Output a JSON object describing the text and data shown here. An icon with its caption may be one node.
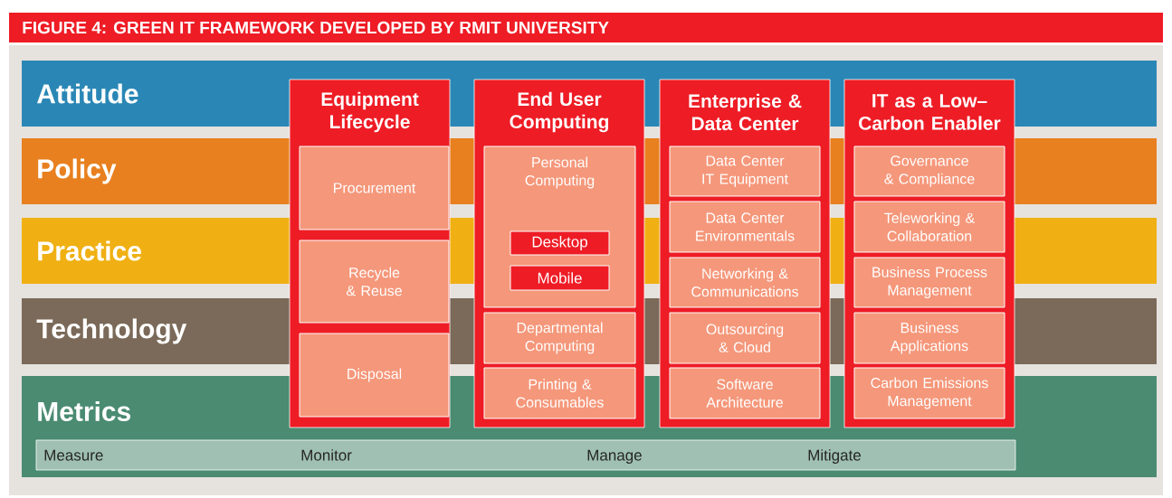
{
  "diagram": {
    "title": "FIGURE 4: GREEN IT FRAMEWORK DEVELOPED BY RMIT UNIVERSITY",
    "nodes": [
      {
        "text": [
          "Attitude"
        ]
      },
      {
        "text": [
          "Policy"
        ]
      },
      {
        "text": [
          "Practice"
        ]
      },
      {
        "text": [
          "Technology"
        ]
      },
      {
        "text": [
          "Metrics"
        ]
      },
      {
        "text": [
          "Measure",
          "Monitor",
          "Manage",
          "Mitigate"
        ],
        "in": 4
      },
      {
        "text": [
          "Equipment Lifecycle"
        ]
      },
      {
        "text": [
          "Procurement"
        ],
        "in": 6
      },
      {
        "text": [
          "Recycle & Reuse"
        ],
        "in": 6
      },
      {
        "text": [
          "Disposal"
        ],
        "in": 6
      },
      {
        "text": [
          "End User Computing"
        ]
      },
      {
        "text": [
          "Personal Computing"
        ],
        "in": 10
      },
      {
        "text": [
          "Desktop"
        ]
      },
      {
        "text": [
          "Mobile"
        ],
        "in": 11
      },
      {
        "text": [
          "Departmental Computing"
        ]
      },
      {
        "text": [
          "Printing & Consumables"
        ],
        "in": 10
      },
      {
        "text": [
          "Enterprise & Data Center"
        ]
      },
      {
        "text": [
          "Data Center IT Equipment"
        ]
      },
      {
        "text": [
          "Data Center Environmentals"
        ],
        "in": 16
      },
      {
        "text": [
          "Networking & Communications"
        ],
        "in": 16
      },
      {
        "text": [
          "Outsourcing & Cloud"
        ]
      },
      {
        "text": [
          "Software Architecture"
        ],
        "in": 16
      },
      {
        "text": [
          "IT as a Low– Carbon Enabler"
        ]
      },
      {
        "text": [
          "Governance & Compliance"
        ]
      },
      {
        "text": [
          "Teleworking & Collaboration"
        ],
        "in": 22
      },
      {
        "text": [
          "Business Process Management"
        ],
        "in": 22
      },
      {
        "text": [
          "Business Applications"
        ]
      },
      {
        "text": [
          "Carbon Emissions Management"
        ],
        "in": 22
      }
    ],
    "edges": []
  }
}
